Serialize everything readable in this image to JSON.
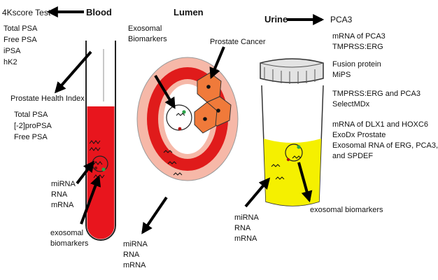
{
  "colors": {
    "blood_red": "#e8151d",
    "tube_outline": "#222222",
    "lumen_light": "#f6b8a8",
    "lumen_ring": "#e01b1b",
    "cancer_orange": "#f07a3a",
    "urine_yellow": "#f5f000",
    "cup_gray": "#e3e3e3"
  },
  "blood": {
    "heading": "Blood",
    "test_4k": "4Kscore Test",
    "markers_4k": [
      "Total PSA",
      "Free PSA",
      "iPSA",
      "hK2"
    ],
    "phi_title": "Prostate Health Index",
    "phi_markers": [
      "Total PSA",
      "[-2]proPSA",
      "Free PSA"
    ],
    "rna_labels": [
      "miRNA",
      "RNA",
      "mRNA"
    ],
    "exo_labels": [
      "exosomal",
      "biomarkers"
    ]
  },
  "lumen": {
    "heading": "Lumen",
    "exo_labels": [
      "Exosomal",
      "Biomarkers"
    ],
    "cancer_label": "Prostate Cancer",
    "rna_labels": [
      "miRNA",
      "RNA",
      "mRNA"
    ]
  },
  "urine": {
    "heading": "Urine",
    "pca3": "PCA3",
    "tests": [
      [
        "mRNA of PCA3",
        "TMPRSS:ERG"
      ],
      [
        "Fusion protein",
        "MiPS"
      ],
      [
        "TMPRSS:ERG and PCA3",
        "SelectMDx"
      ],
      [
        "mRNA of DLX1 and HOXC6",
        "ExoDx Prostate",
        "Exosomal RNA of ERG, PCA3,",
        "and SPDEF"
      ]
    ],
    "exo_label": "exosomal biomarkers",
    "rna_labels": [
      "miRNA",
      "RNA",
      "mRNA"
    ]
  }
}
